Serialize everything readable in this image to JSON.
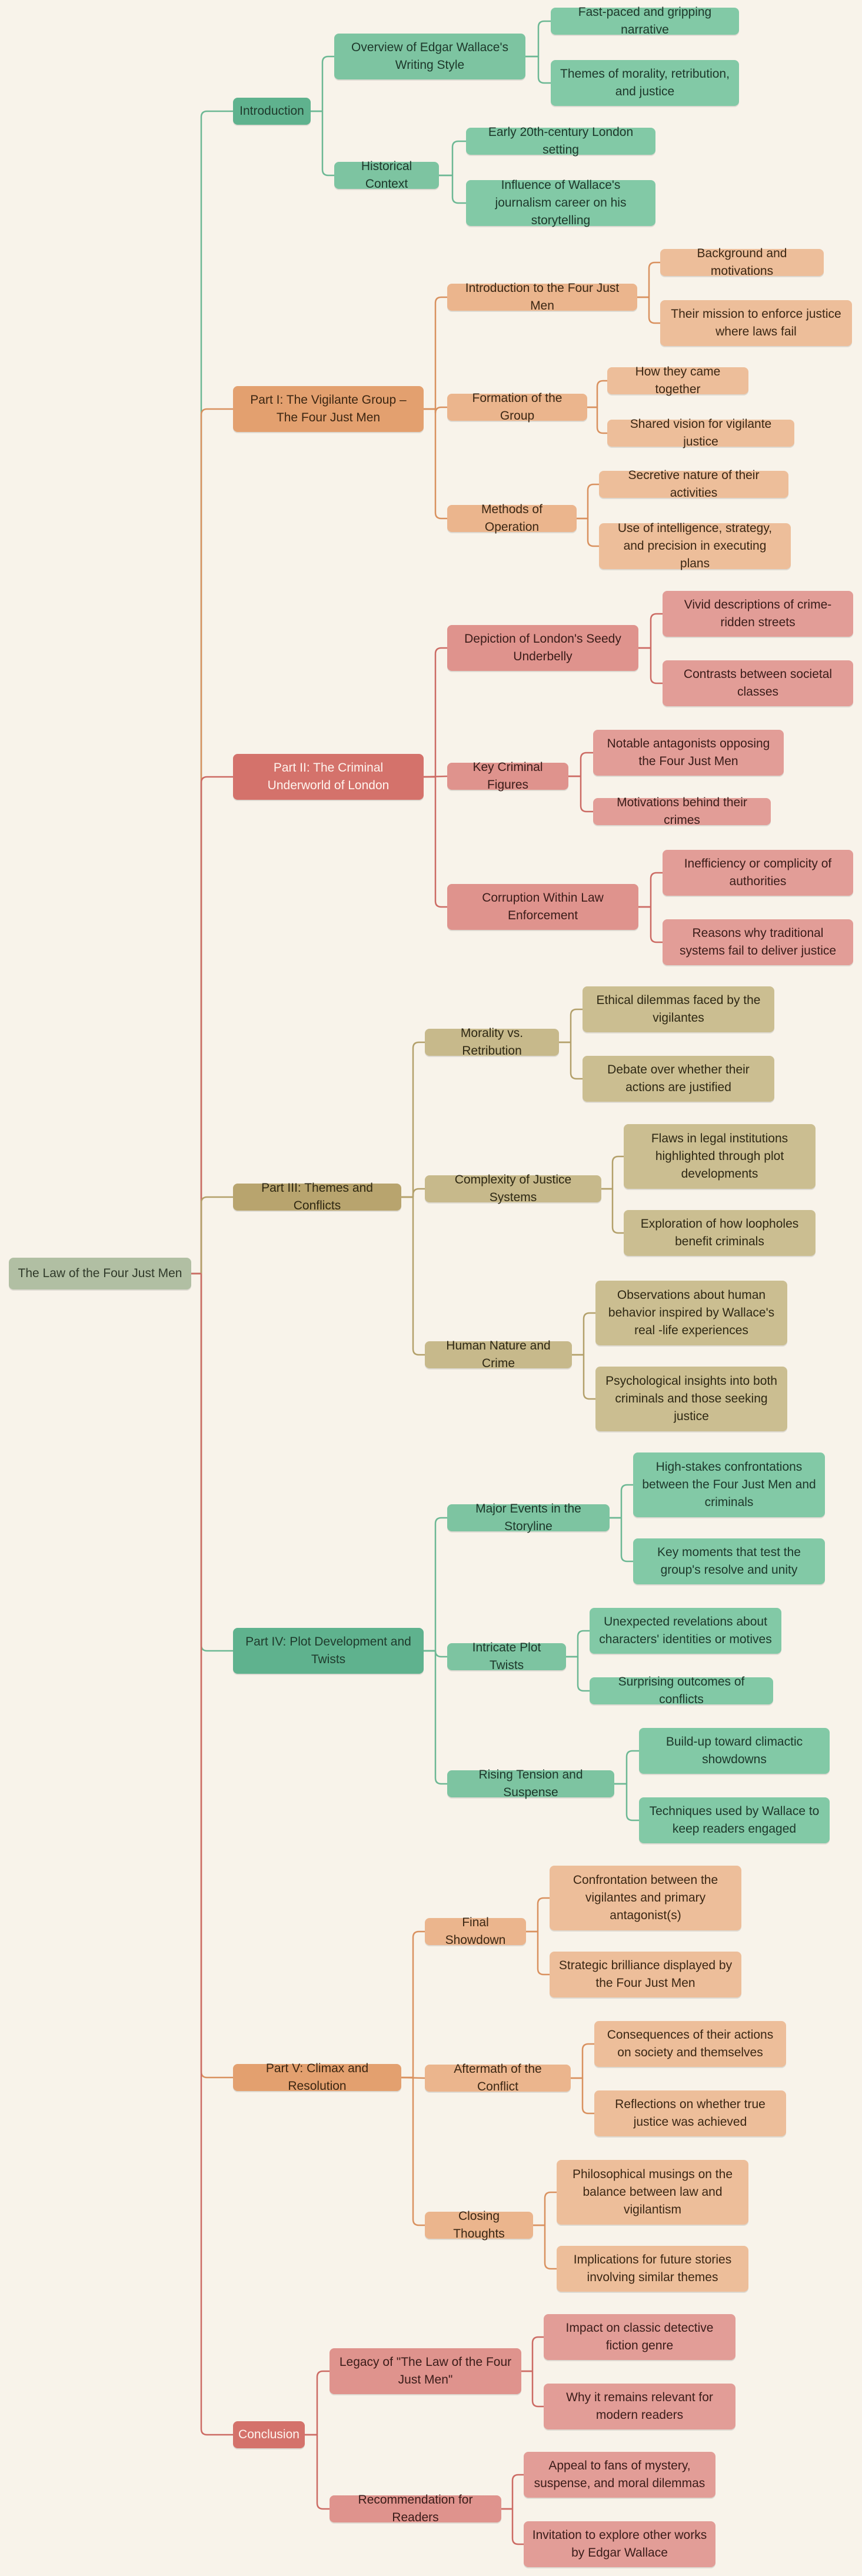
{
  "root": {
    "label": "The Law of the Four Just Men"
  },
  "colors": {
    "background": "#f8f3ea",
    "green": "#5fb28e",
    "orange": "#e3a06f",
    "red": "#d4726b",
    "tan": "#b8a46e",
    "root": "#b1bfa3"
  },
  "sections": [
    {
      "label": "Introduction",
      "color": "green",
      "children": [
        {
          "label": "Overview of Edgar Wallace's Writing Style",
          "children": [
            {
              "label": "Fast-paced and gripping narrative"
            },
            {
              "label": "Themes of morality, retribution, and justice"
            }
          ]
        },
        {
          "label": "Historical Context",
          "children": [
            {
              "label": "Early 20th-century London setting"
            },
            {
              "label": "Influence of Wallace's journalism career on his storytelling"
            }
          ]
        }
      ]
    },
    {
      "label": "Part I: The Vigilante Group – The Four Just Men",
      "color": "orange",
      "children": [
        {
          "label": "Introduction to the Four Just Men",
          "children": [
            {
              "label": "Background and motivations"
            },
            {
              "label": "Their mission to enforce justice where laws fail"
            }
          ]
        },
        {
          "label": "Formation of the Group",
          "children": [
            {
              "label": "How they came together"
            },
            {
              "label": "Shared vision for vigilante justice"
            }
          ]
        },
        {
          "label": "Methods of Operation",
          "children": [
            {
              "label": "Secretive nature of their activities"
            },
            {
              "label": "Use of intelligence, strategy, and precision in executing plans"
            }
          ]
        }
      ]
    },
    {
      "label": "Part II: The Criminal Underworld of London",
      "color": "red",
      "children": [
        {
          "label": "Depiction of London's Seedy Underbelly",
          "children": [
            {
              "label": "Vivid descriptions of crime-ridden streets"
            },
            {
              "label": "Contrasts between societal classes"
            }
          ]
        },
        {
          "label": "Key Criminal Figures",
          "children": [
            {
              "label": "Notable antagonists opposing the Four Just Men"
            },
            {
              "label": "Motivations behind their crimes"
            }
          ]
        },
        {
          "label": "Corruption Within Law Enforcement",
          "children": [
            {
              "label": "Inefficiency or complicity of authorities"
            },
            {
              "label": "Reasons why traditional systems fail to deliver justice"
            }
          ]
        }
      ]
    },
    {
      "label": "Part III: Themes and Conflicts",
      "color": "tan",
      "children": [
        {
          "label": "Morality vs. Retribution",
          "children": [
            {
              "label": "Ethical dilemmas faced by the vigilantes"
            },
            {
              "label": "Debate over whether their actions are justified"
            }
          ]
        },
        {
          "label": "Complexity of Justice Systems",
          "children": [
            {
              "label": "Flaws in legal institutions highlighted through plot developments"
            },
            {
              "label": "Exploration of how loopholes benefit criminals"
            }
          ]
        },
        {
          "label": "Human Nature and Crime",
          "children": [
            {
              "label": "Observations about human behavior inspired by Wallace's real -life experiences"
            },
            {
              "label": "Psychological insights into both criminals and those seeking justice"
            }
          ]
        }
      ]
    },
    {
      "label": "Part IV: Plot Development and Twists",
      "color": "green",
      "children": [
        {
          "label": "Major Events in the Storyline",
          "children": [
            {
              "label": "High-stakes confrontations between the Four Just Men and criminals"
            },
            {
              "label": "Key moments that test the group's resolve and unity"
            }
          ]
        },
        {
          "label": "Intricate Plot Twists",
          "children": [
            {
              "label": "Unexpected revelations about characters' identities or motives"
            },
            {
              "label": "Surprising outcomes of conflicts"
            }
          ]
        },
        {
          "label": "Rising Tension and Suspense",
          "children": [
            {
              "label": "Build-up toward climactic showdowns"
            },
            {
              "label": "Techniques used by Wallace to keep readers engaged"
            }
          ]
        }
      ]
    },
    {
      "label": "Part V: Climax and Resolution",
      "color": "orange",
      "children": [
        {
          "label": "Final Showdown",
          "children": [
            {
              "label": "Confrontation between the vigilantes and primary antagonist(s)"
            },
            {
              "label": "Strategic brilliance displayed by the Four Just Men"
            }
          ]
        },
        {
          "label": "Aftermath of the Conflict",
          "children": [
            {
              "label": "Consequences of their actions on society and themselves"
            },
            {
              "label": "Reflections on whether true justice was achieved"
            }
          ]
        },
        {
          "label": "Closing Thoughts",
          "children": [
            {
              "label": "Philosophical musings on the balance between law and vigilantism"
            },
            {
              "label": "Implications for future stories involving similar themes"
            }
          ]
        }
      ]
    },
    {
      "label": "Conclusion",
      "color": "red",
      "children": [
        {
          "label": "Legacy of \"The Law of the Four Just Men\"",
          "children": [
            {
              "label": "Impact on classic detective fiction genre"
            },
            {
              "label": "Why it remains relevant for modern readers"
            }
          ]
        },
        {
          "label": "Recommendation for Readers",
          "children": [
            {
              "label": "Appeal to fans of mystery, suspense, and moral dilemmas"
            },
            {
              "label": "Invitation to explore other works by Edgar Wallace"
            }
          ]
        }
      ]
    }
  ]
}
